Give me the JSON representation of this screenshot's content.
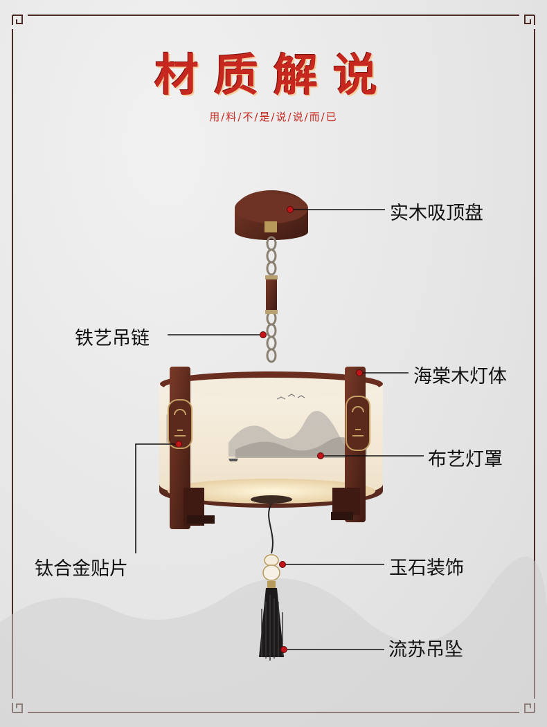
{
  "header": {
    "title": "材质解说",
    "subtitle": "用/料/不/是/说/说/而/已"
  },
  "callouts": [
    {
      "id": "ceiling-plate",
      "label": "实木吸顶盘"
    },
    {
      "id": "chain",
      "label": "铁艺吊链"
    },
    {
      "id": "lamp-body",
      "label": "海棠木灯体"
    },
    {
      "id": "shade",
      "label": "布艺灯罩"
    },
    {
      "id": "plaque",
      "label": "钛合金贴片"
    },
    {
      "id": "jade",
      "label": "玉石装饰"
    },
    {
      "id": "tassel",
      "label": "流苏吊坠"
    }
  ],
  "colors": {
    "title": "#c6281f",
    "wood": "#5a2a1e",
    "marker": "#c2151a",
    "line": "#111111"
  }
}
